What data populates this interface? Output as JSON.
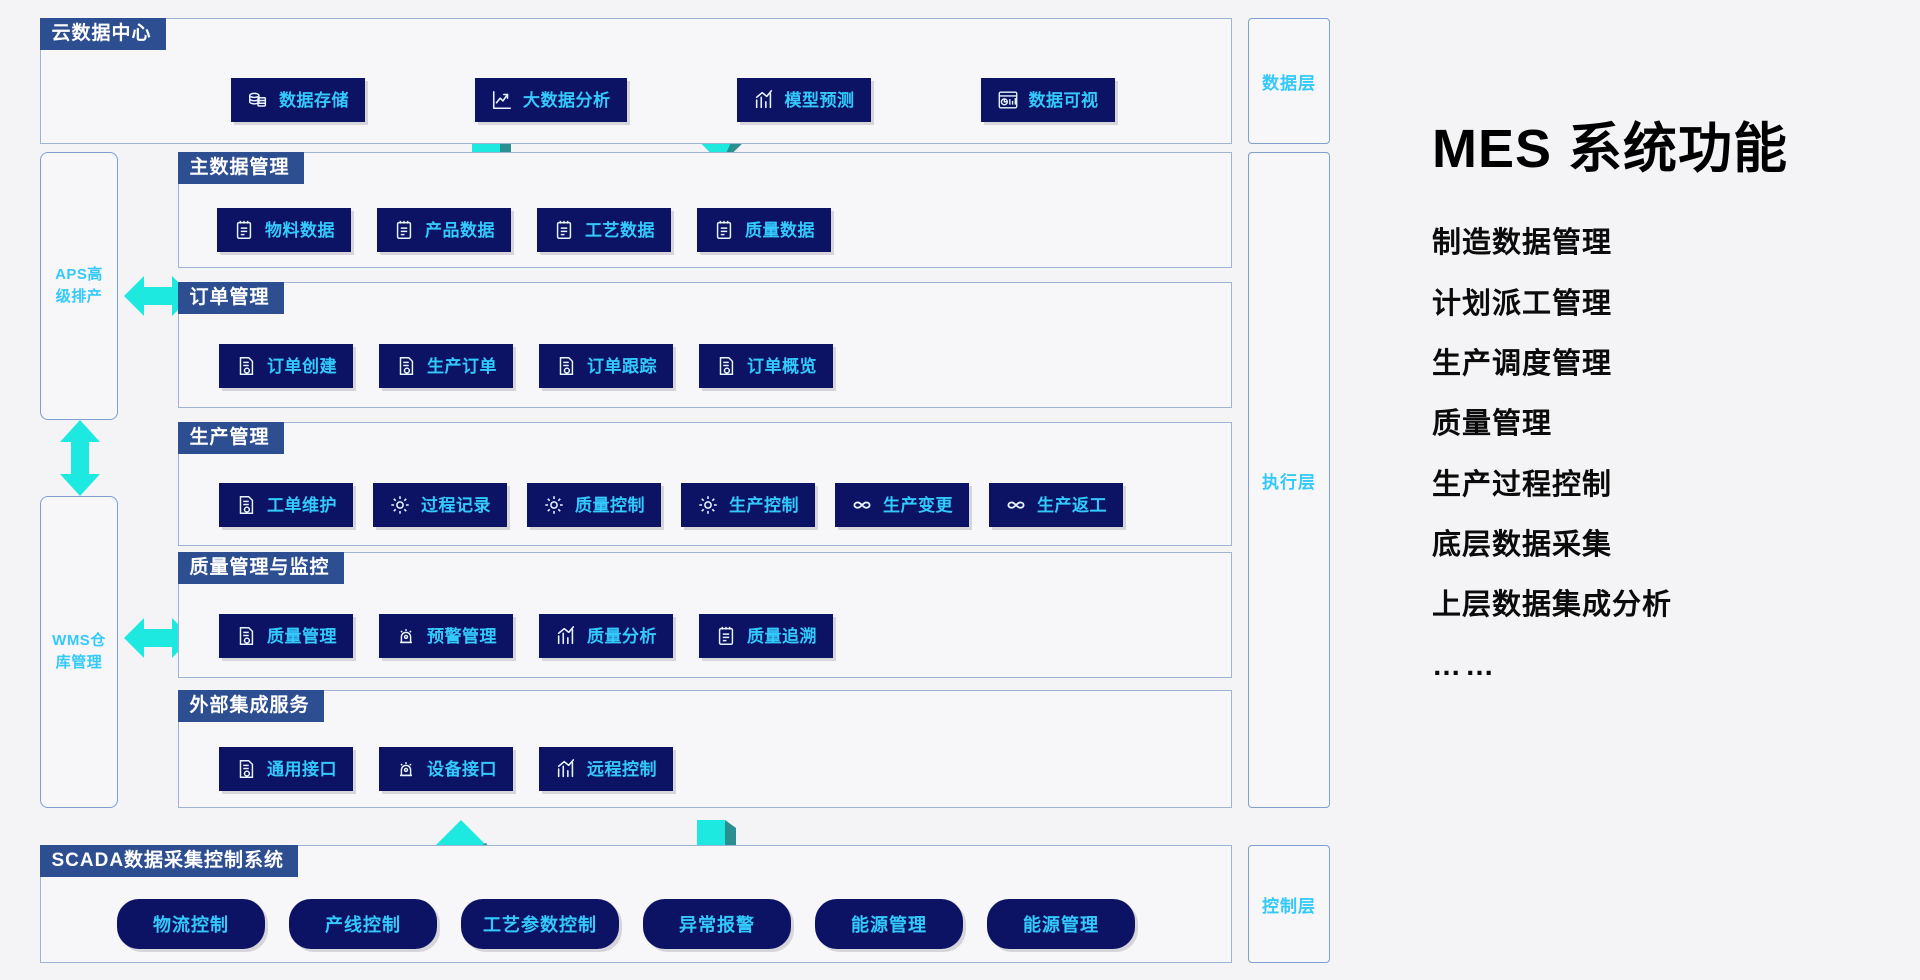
{
  "diagram": {
    "cloud": {
      "title": "云数据中心",
      "tiles": [
        {
          "label": "数据存储",
          "icon": "database-icon"
        },
        {
          "label": "大数据分析",
          "icon": "trend-chart-icon"
        },
        {
          "label": "模型预测",
          "icon": "bar-trend-icon"
        },
        {
          "label": "数据可视",
          "icon": "dashboard-icon"
        }
      ]
    },
    "master_data": {
      "title": "主数据管理",
      "tiles": [
        {
          "label": "物料数据",
          "icon": "clipboard-icon"
        },
        {
          "label": "产品数据",
          "icon": "clipboard-icon"
        },
        {
          "label": "工艺数据",
          "icon": "clipboard-icon"
        },
        {
          "label": "质量数据",
          "icon": "clipboard-icon"
        }
      ]
    },
    "order_mgmt": {
      "title": "订单管理",
      "tiles": [
        {
          "label": "订单创建",
          "icon": "document-gear-icon"
        },
        {
          "label": "生产订单",
          "icon": "document-gear-icon"
        },
        {
          "label": "订单跟踪",
          "icon": "document-gear-icon"
        },
        {
          "label": "订单概览",
          "icon": "document-gear-icon"
        }
      ]
    },
    "production_mgmt": {
      "title": "生产管理",
      "tiles": [
        {
          "label": "工单维护",
          "icon": "document-gear-icon"
        },
        {
          "label": "过程记录",
          "icon": "gear-icon"
        },
        {
          "label": "质量控制",
          "icon": "gear-icon"
        },
        {
          "label": "生产控制",
          "icon": "gear-icon"
        },
        {
          "label": "生产变更",
          "icon": "infinity-icon"
        },
        {
          "label": "生产返工",
          "icon": "infinity-icon"
        }
      ]
    },
    "quality_mgmt": {
      "title": "质量管理与监控",
      "tiles": [
        {
          "label": "质量管理",
          "icon": "document-gear-icon"
        },
        {
          "label": "预警管理",
          "icon": "alarm-light-icon"
        },
        {
          "label": "质量分析",
          "icon": "bar-trend-icon"
        },
        {
          "label": "质量追溯",
          "icon": "clipboard-icon"
        }
      ]
    },
    "integration": {
      "title": "外部集成服务",
      "tiles": [
        {
          "label": "通用接口",
          "icon": "document-gear-icon"
        },
        {
          "label": "设备接口",
          "icon": "alarm-light-icon"
        },
        {
          "label": "远程控制",
          "icon": "bar-trend-icon"
        }
      ]
    },
    "scada": {
      "title": "SCADA数据采集控制系统",
      "tiles": [
        {
          "label": "物流控制"
        },
        {
          "label": "产线控制"
        },
        {
          "label": "工艺参数控制"
        },
        {
          "label": "异常报警"
        },
        {
          "label": "能源管理"
        },
        {
          "label": "能源管理"
        }
      ]
    },
    "layers": [
      {
        "label": "数据层"
      },
      {
        "label": "执行层"
      },
      {
        "label": "控制层"
      }
    ],
    "side_systems": [
      {
        "label": "APS高级排产"
      },
      {
        "label": "WMS仓库管理"
      }
    ]
  },
  "panel": {
    "title": "MES 系统功能",
    "items": [
      "制造数据管理",
      "计划派工管理",
      "生产调度管理",
      "质量管理",
      "生产过程控制",
      "底层数据采集",
      "上层数据集成分析"
    ],
    "ellipsis": "……"
  },
  "colors": {
    "tile_bg": "#0d1364",
    "tile_text": "#33c9fb",
    "group_title_bg": "#2e4e92",
    "group_border": "#9fb3d8",
    "arrow": "#1ee9e0",
    "arrow_shadow": "#2a8f90",
    "page_bg": "#f4f4f6"
  }
}
